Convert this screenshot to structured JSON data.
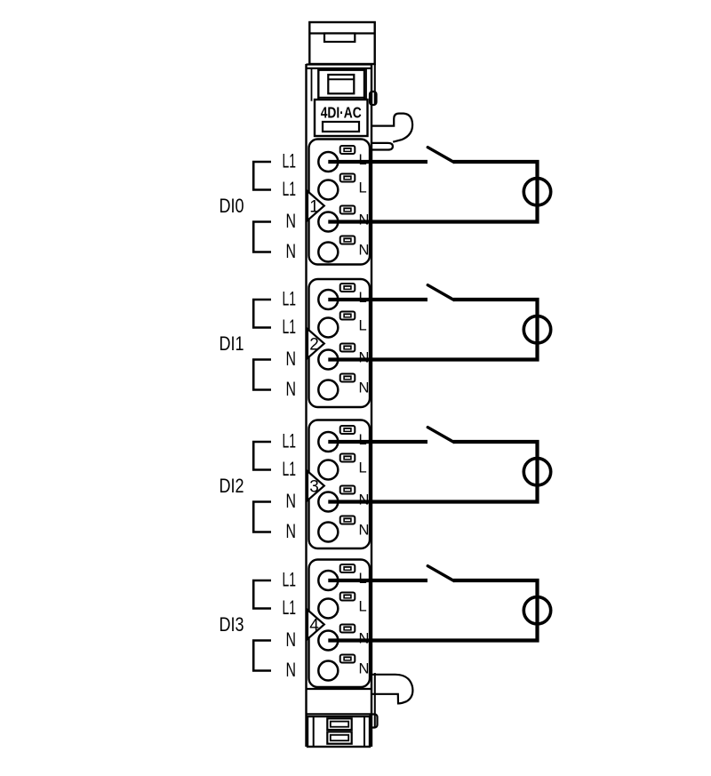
{
  "diagram": {
    "title_label": "4DI·AC",
    "channels": [
      {
        "di_label": "DI0",
        "marker_number": "1",
        "supply_labels": [
          "L1",
          "L1",
          "N",
          "N"
        ],
        "terminal_labels": [
          "L",
          "L",
          "N",
          "N"
        ]
      },
      {
        "di_label": "DI1",
        "marker_number": "2",
        "supply_labels": [
          "L1",
          "L1",
          "N",
          "N"
        ],
        "terminal_labels": [
          "L",
          "L",
          "N",
          "N"
        ]
      },
      {
        "di_label": "DI2",
        "marker_number": "3",
        "supply_labels": [
          "L1",
          "L1",
          "N",
          "N"
        ],
        "terminal_labels": [
          "L",
          "L",
          "N",
          "N"
        ]
      },
      {
        "di_label": "DI3",
        "marker_number": "4",
        "supply_labels": [
          "L1",
          "L1",
          "N",
          "N"
        ],
        "terminal_labels": [
          "L",
          "L",
          "N",
          "N"
        ]
      }
    ]
  },
  "colors": {
    "line": "#000000",
    "background": "#ffffff"
  }
}
